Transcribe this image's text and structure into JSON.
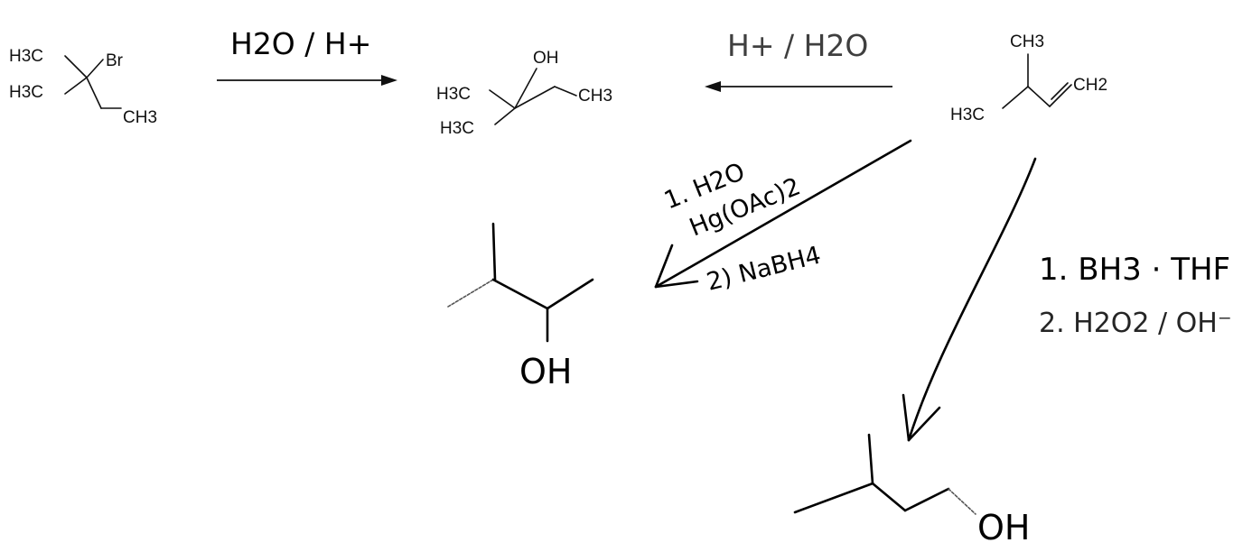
{
  "molecules": {
    "bromide": {
      "h3c_top": "H3C",
      "br": "Br",
      "h3c_bottom": "H3C",
      "ch3": "CH3"
    },
    "tertiary_alcohol": {
      "oh": "OH",
      "h3c_top": "H3C",
      "ch3": "CH3",
      "h3c_bottom": "H3C"
    },
    "alkene": {
      "ch3": "CH3",
      "h3c": "H3C",
      "ch2": "CH2"
    },
    "secondary_alcohol": {
      "oh": "OH"
    },
    "primary_alcohol": {
      "oh": "OH"
    }
  },
  "reagents": {
    "hydrolysis": "H2O / H+",
    "acid_hydration": "H+ / H2O",
    "oxymercuration_step1": "1. H2O",
    "oxymercuration_step1b": "Hg(OAc)2",
    "oxymercuration_step2": "2) NaBH4",
    "hydroboration_step1": "1. BH3 · THF",
    "hydroboration_step2": "2. H2O2 / OH⁻"
  },
  "colors": {
    "ink": "#000000",
    "typed": "#111111"
  }
}
